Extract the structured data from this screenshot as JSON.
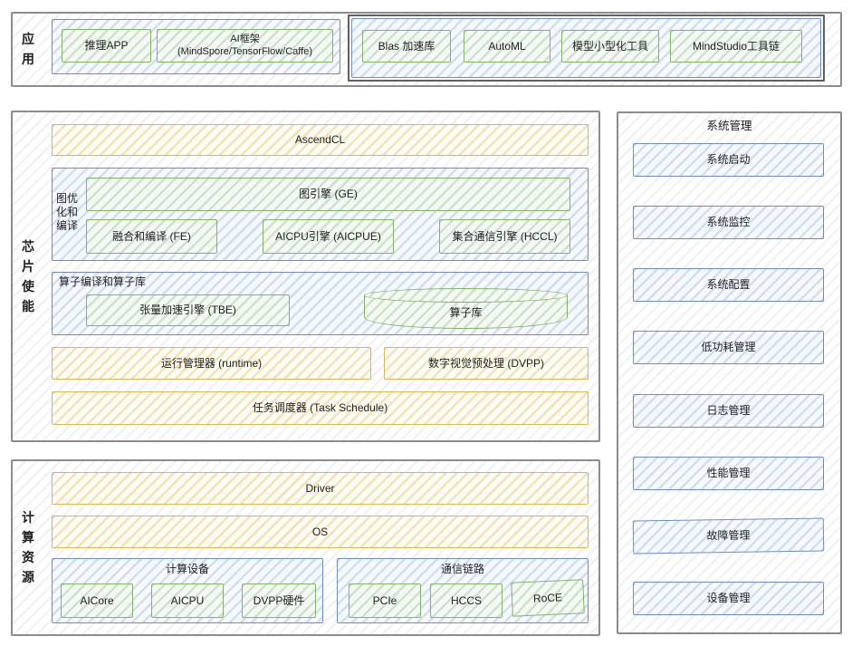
{
  "app": {
    "section_label": "应用",
    "inference_app": "推理APP",
    "ai_framework": "AI框架\n(MindSpore/TensorFlow/Caffe)",
    "blas": "Blas 加速库",
    "automl": "AutoML",
    "model_minify": "模型小型化工具",
    "mindstudio": "MindStudio工具链"
  },
  "chip": {
    "section_label": "芯片使能",
    "ascendcl": "AscendCL",
    "graph_group_label": "图优\n化和\n编译",
    "graph_engine": "图引擎 (GE)",
    "fusion_engine": "融合和编译 (FE)",
    "aicpu_engine": "AICPU引擎 (AICPUE)",
    "hccl_engine": "集合通信引擎 (HCCL)",
    "op_group_label": "算子编译和算子库",
    "tbe_engine": "张量加速引擎 (TBE)",
    "op_library": "算子库",
    "runtime": "运行管理器 (runtime)",
    "dvpp": "数字视觉预处理 (DVPP)",
    "task_scheduler": "任务调度器 (Task Schedule)"
  },
  "compute": {
    "section_label": "计算资源",
    "driver": "Driver",
    "os": "OS",
    "device_group_label": "计算设备",
    "aicore": "AICore",
    "aicpu": "AICPU",
    "dvpp_hw": "DVPP硬件",
    "link_group_label": "通信链路",
    "pcie": "PCIe",
    "hccs": "HCCS",
    "roce": "RoCE"
  },
  "system": {
    "title": "系统管理",
    "items": [
      "系统启动",
      "系统监控",
      "系统配置",
      "低功耗管理",
      "日志管理",
      "性能管理",
      "故障管理",
      "设备管理"
    ]
  },
  "colors": {
    "yellow_border": "#d6b656",
    "green_border": "#82b366",
    "blue_border": "#6c8ebf",
    "outer_border": "#8c8c8c",
    "dark_border": "#5f5f5f",
    "text": "#1f1f1f"
  }
}
